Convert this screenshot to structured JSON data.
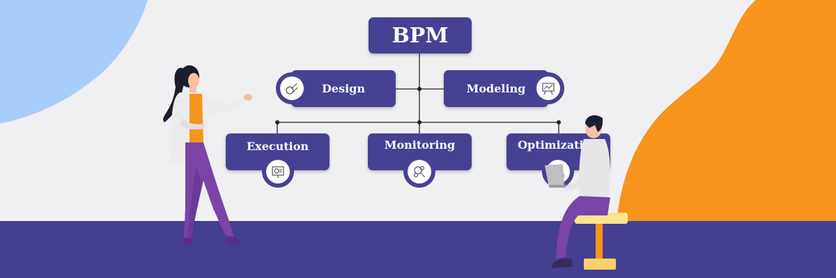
{
  "diagram": {
    "root": {
      "label": "BPM"
    },
    "stages": [
      {
        "key": "design",
        "label": "Design",
        "icon": "design-tools-icon"
      },
      {
        "key": "modeling",
        "label": "Modeling",
        "icon": "whiteboard-chart-icon"
      },
      {
        "key": "execution",
        "label": "Execution",
        "icon": "presentation-screen-icon"
      },
      {
        "key": "monitoring",
        "label": "Monitoring",
        "icon": "magnifier-gears-icon"
      },
      {
        "key": "optimization",
        "label": "Optimization",
        "icon": "wrench-tools-icon"
      }
    ]
  },
  "colors": {
    "box": "#464193",
    "floor": "#443f91",
    "background": "#f0f0f2",
    "blob_blue": "#a8cdfb",
    "blob_orange": "#f7941d"
  }
}
